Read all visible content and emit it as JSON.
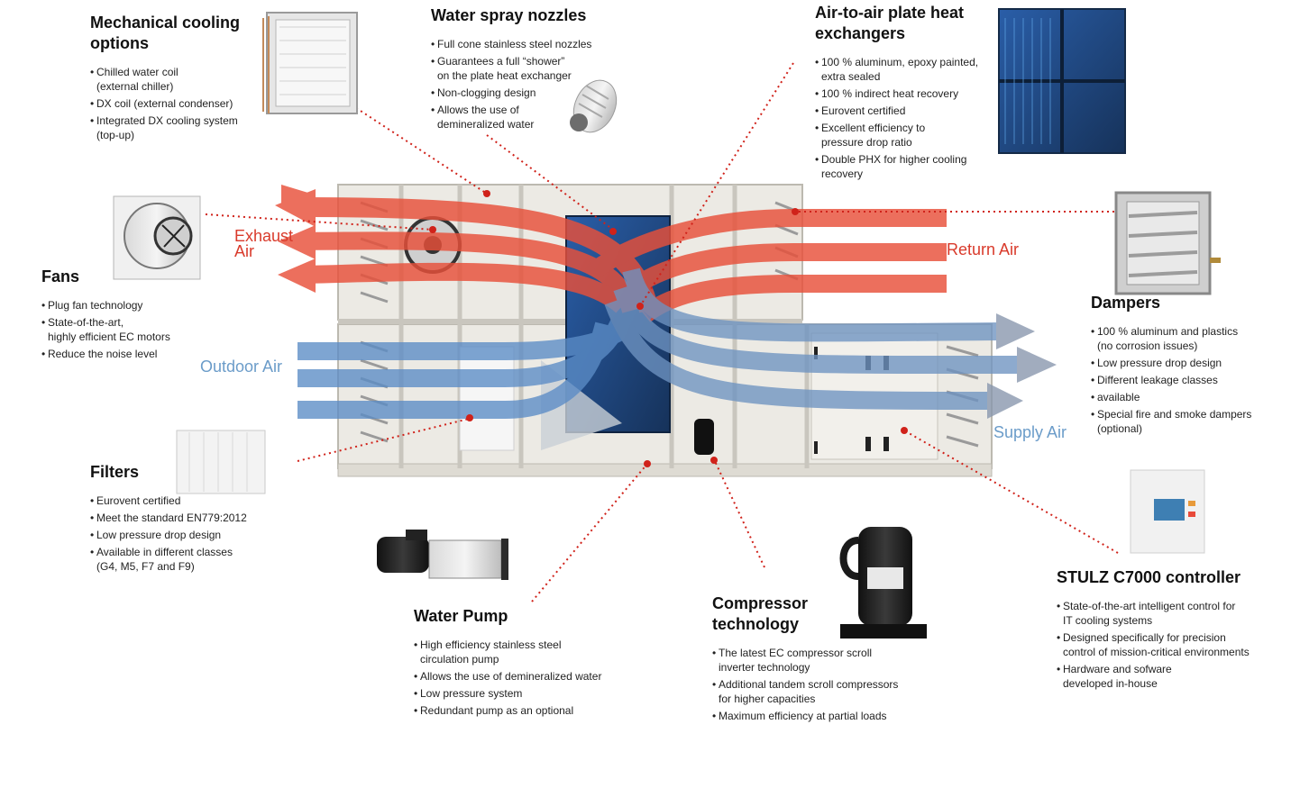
{
  "callouts": {
    "mechanical_cooling": {
      "title": "Mechanical cooling\noptions",
      "items": [
        "Chilled water coil\n(external chiller)",
        "DX coil (external condenser)",
        "Integrated DX cooling system\n(top-up)"
      ]
    },
    "water_spray": {
      "title": "Water spray nozzles",
      "items": [
        "Full cone stainless steel nozzles",
        "Guarantees a full “shower”\non the plate heat exchanger",
        "Non-clogging design",
        "Allows the use of\ndemineralized water"
      ]
    },
    "plate_heat": {
      "title": "Air-to-air plate heat\nexchangers",
      "items": [
        "100 % aluminum, epoxy painted,\nextra sealed",
        "100 % indirect heat recovery",
        "Eurovent certified",
        "Excellent efficiency to\npressure drop ratio",
        "Double PHX for higher cooling\nrecovery"
      ]
    },
    "fans": {
      "title": "Fans",
      "items": [
        "Plug fan technology",
        "State-of-the-art,\nhighly efficient EC motors",
        "Reduce the noise level"
      ]
    },
    "dampers": {
      "title": "Dampers",
      "items": [
        "100 % aluminum and plastics\n(no corrosion issues)",
        "Low pressure drop design",
        "Different leakage classes",
        "available",
        "Special fire and smoke dampers\n(optional)"
      ]
    },
    "filters": {
      "title": "Filters",
      "items": [
        "Eurovent certified",
        "Meet the standard EN779:2012",
        "Low pressure drop design",
        "Available in different classes\n(G4, M5, F7 and F9)"
      ]
    },
    "water_pump": {
      "title": "Water Pump",
      "items": [
        "High efficiency stainless steel\ncirculation pump",
        "Allows the use of demineralized water",
        "Low pressure system",
        "Redundant pump as an optional"
      ]
    },
    "compressor": {
      "title": "Compressor\ntechnology",
      "items": [
        "The latest EC compressor scroll\ninverter technology",
        "Additional tandem scroll compressors\nfor higher capacities",
        "Maximum efficiency at partial loads"
      ]
    },
    "controller": {
      "title": "STULZ C7000 controller",
      "items": [
        "State-of-the-art intelligent control for\nIT cooling systems",
        "Designed specifically for precision\ncontrol of mission-critical environments",
        "Hardware and sofware\ndeveloped in-house"
      ]
    }
  },
  "air_labels": {
    "exhaust": "Exhaust\nAir",
    "return": "Return Air",
    "outdoor": "Outdoor Air",
    "supply": "Supply Air"
  },
  "colors": {
    "hot_air": "#e8503a",
    "cold_air": "#4a7fb5",
    "hot_label": "#d93a2b",
    "cold_label": "#6b9cc9",
    "leader": "#d0221a",
    "heat_exchanger": "#1f3a5c"
  },
  "icons": [
    "cooling-coil-icon",
    "spray-nozzle-icon",
    "plate-heat-exchanger-icon",
    "plug-fan-icon",
    "damper-icon",
    "bag-filter-icon",
    "water-pump-icon",
    "scroll-compressor-icon",
    "controller-icon"
  ]
}
